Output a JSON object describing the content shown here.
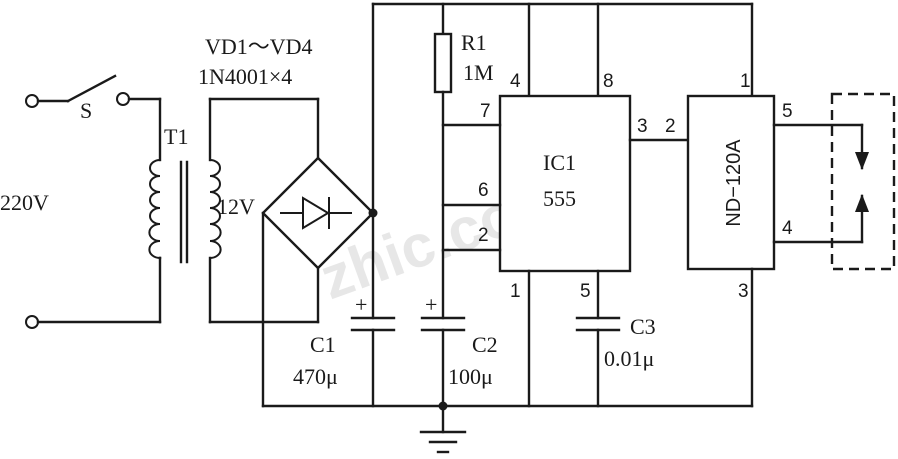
{
  "components": {
    "switch": {
      "label": "S"
    },
    "mains": {
      "label": "220V"
    },
    "transformer": {
      "label": "T1",
      "secondary_label": "12V"
    },
    "bridge": {
      "label": "VD1～VD4",
      "part": "1N4001×4"
    },
    "r1": {
      "label": "R1",
      "value": "1M"
    },
    "c1": {
      "label": "C1",
      "value": "470μ",
      "polarity": "+"
    },
    "c2": {
      "label": "C2",
      "value": "100μ",
      "polarity": "+"
    },
    "c3": {
      "label": "C3",
      "value": "0.01μ"
    },
    "ic1": {
      "label": "IC1",
      "part": "555",
      "pins": {
        "p4": "4",
        "p8": "8",
        "p7": "7",
        "p6": "6",
        "p2": "2",
        "p3": "3",
        "p1": "1",
        "p5": "5"
      }
    },
    "nd": {
      "label": "ND−120A",
      "pins": {
        "p1": "1",
        "p2": "2",
        "p3": "3",
        "p4": "4",
        "p5": "5"
      }
    }
  }
}
